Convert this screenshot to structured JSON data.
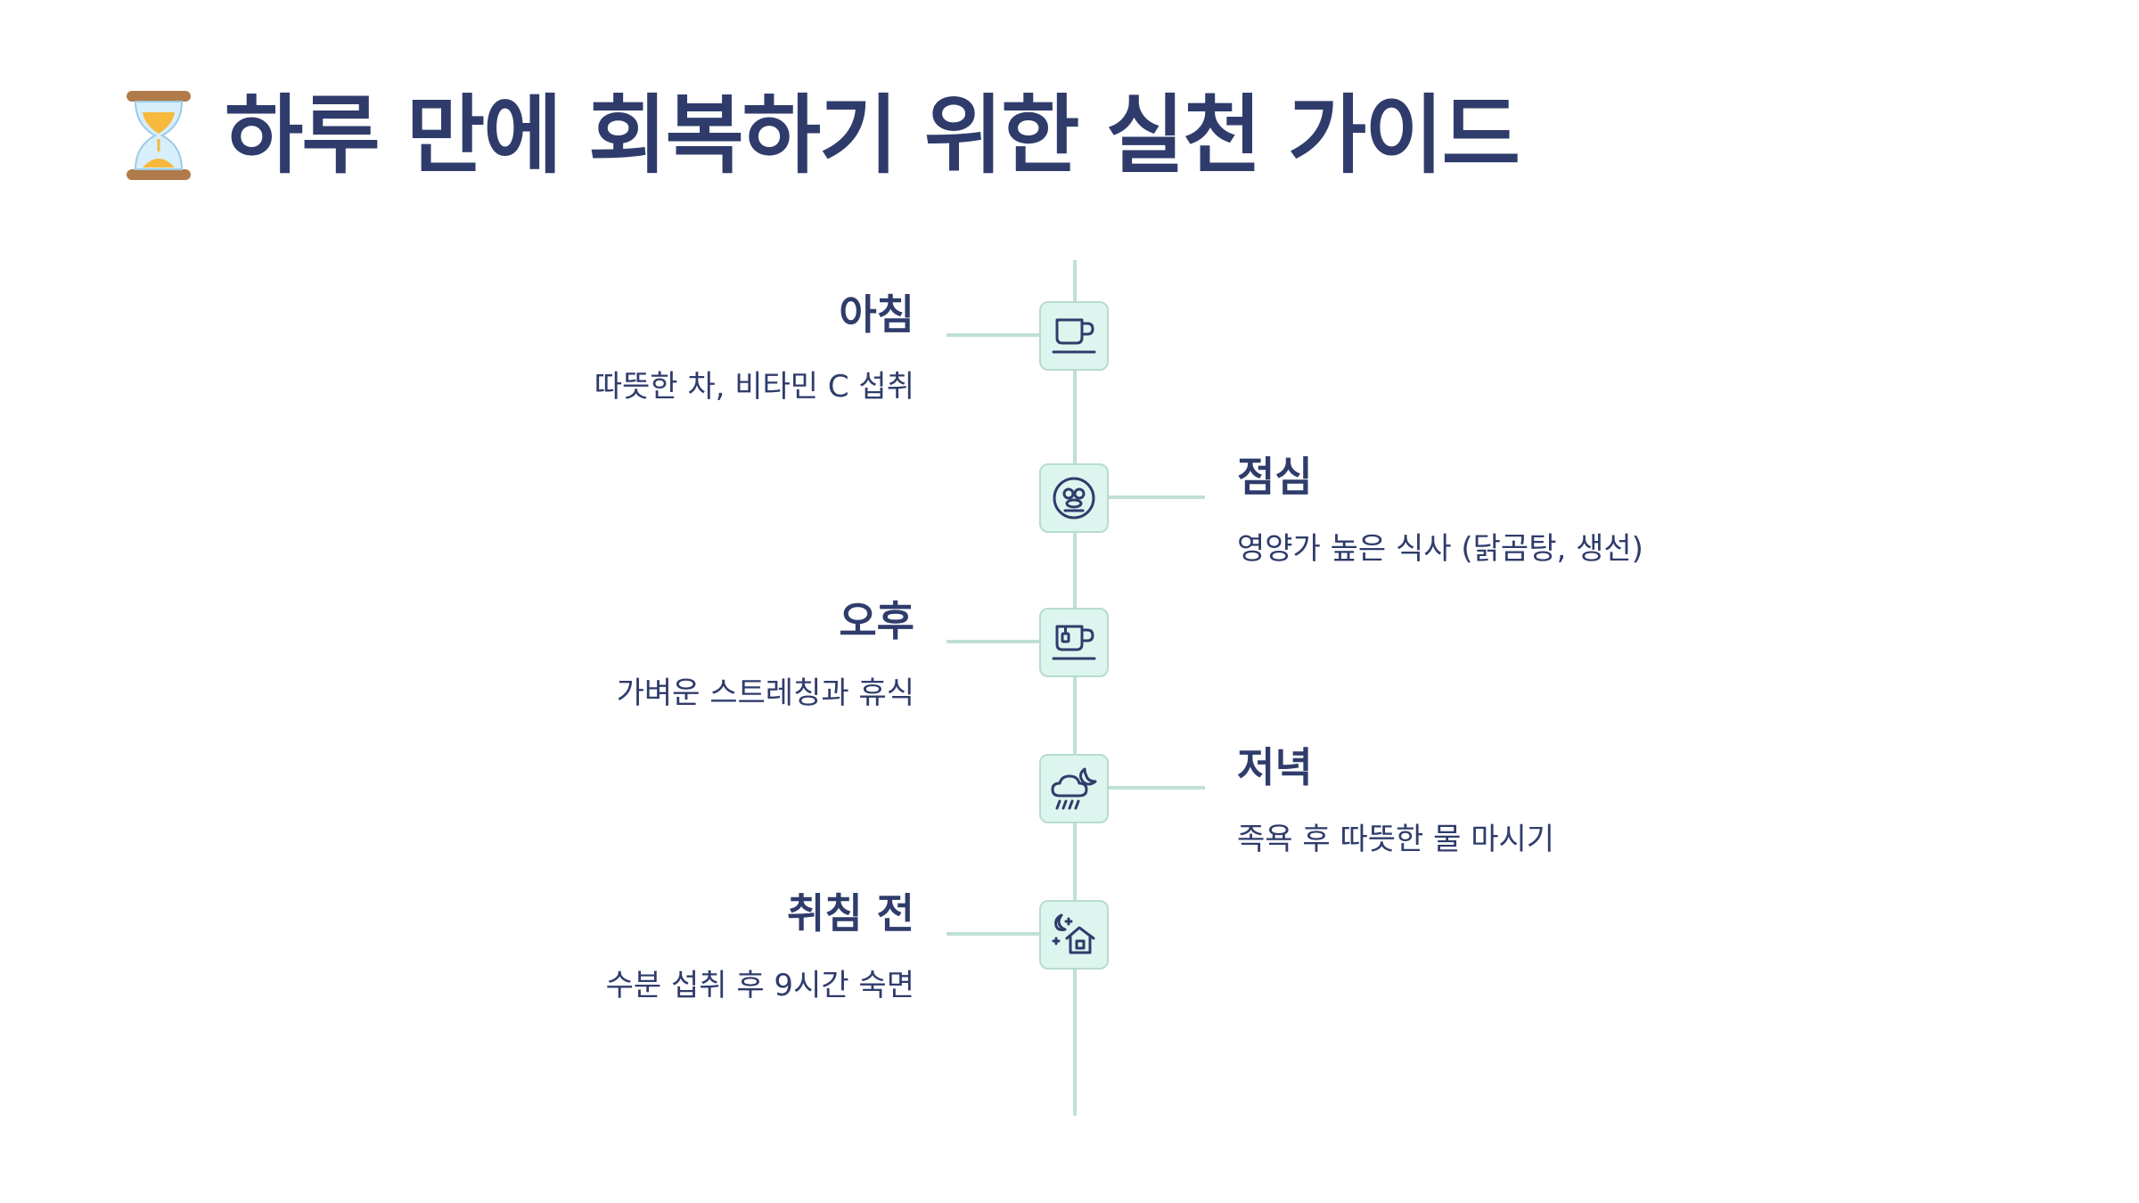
{
  "title": {
    "text": "하루 만에 회복하기 위한 실천 가이드",
    "icon": "hourglass-icon"
  },
  "colors": {
    "primary_text": "#2f3c6b",
    "timeline_line": "#bfe0d3",
    "icon_bg": "#dcf6ef",
    "icon_border": "#b7dccd"
  },
  "timeline": [
    {
      "title": "아침",
      "desc": "따뜻한 차, 비타민 C 섭취",
      "icon": "coffee-cup-icon"
    },
    {
      "title": "점심",
      "desc": "영양가 높은 식사 (닭곰탕, 생선)",
      "icon": "bowl-food-icon"
    },
    {
      "title": "오후",
      "desc": "가벼운 스트레칭과 휴식",
      "icon": "tea-cup-icon"
    },
    {
      "title": "저녁",
      "desc": "족욕 후 따뜻한 물 마시기",
      "icon": "cloud-rain-moon-icon"
    },
    {
      "title": "취침 전",
      "desc": "수분 섭취 후 9시간 숙면",
      "icon": "night-house-icon"
    }
  ]
}
